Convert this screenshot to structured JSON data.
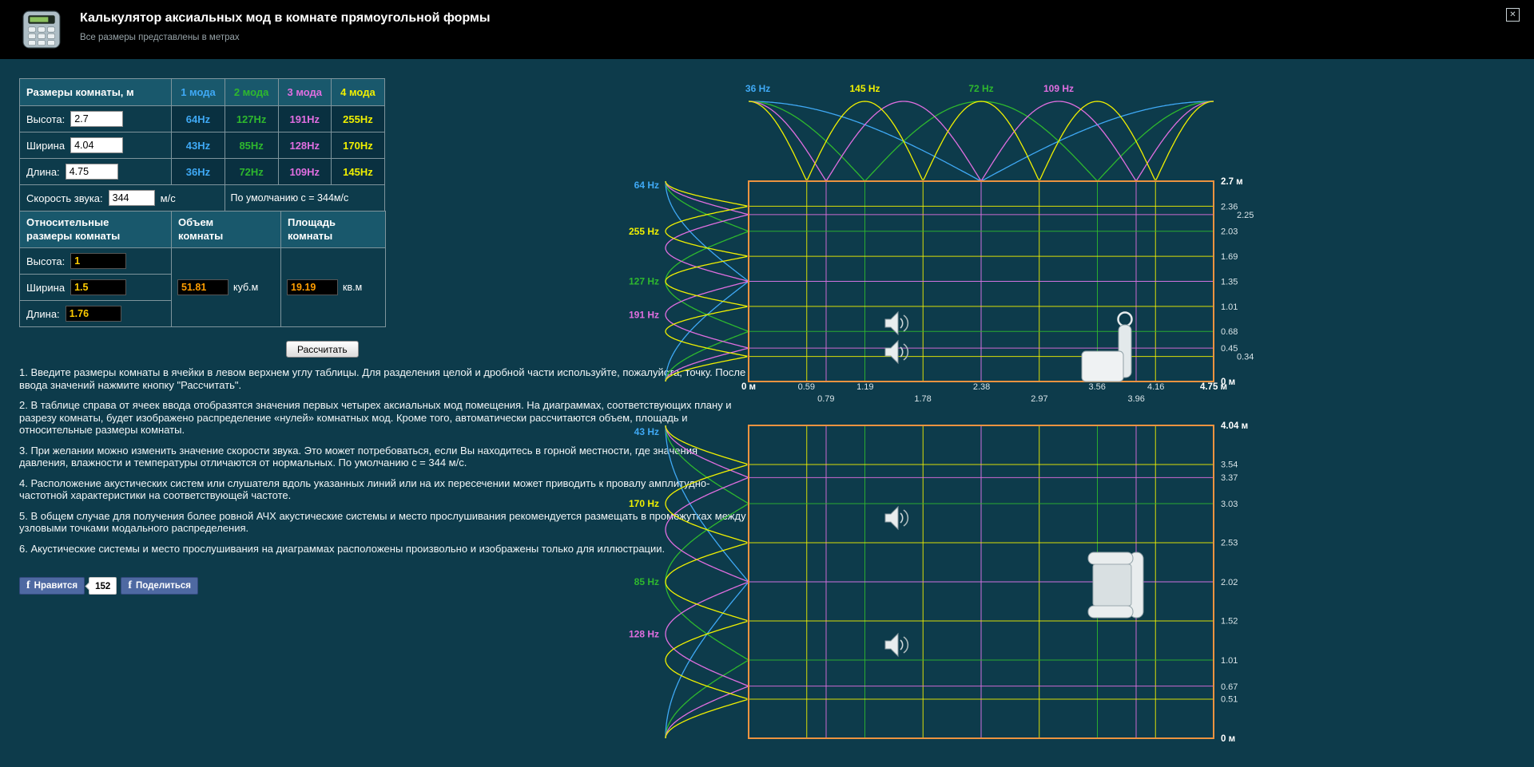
{
  "header": {
    "title": "Калькулятор аксиальных мод в комнате прямоугольной формы",
    "subtitle": "Все размеры представлены в метрах",
    "close_label": "✕"
  },
  "mode_colors": [
    "#3fa9f5",
    "#2eb82e",
    "#e06ee0",
    "#f0f000"
  ],
  "accent_colors": {
    "room_border": "#ec9340",
    "background": "#0d3b4b"
  },
  "table": {
    "header": {
      "dims": "Размеры комнаты, м",
      "modes": [
        "1 мода",
        "2 мода",
        "3 мода",
        "4 мода"
      ]
    },
    "rows": [
      {
        "label": "Высота:",
        "value": "2.7",
        "freqs": [
          "64Hz",
          "127Hz",
          "191Hz",
          "255Hz"
        ]
      },
      {
        "label": "Ширина",
        "value": "4.04",
        "freqs": [
          "43Hz",
          "85Hz",
          "128Hz",
          "170Hz"
        ]
      },
      {
        "label": "Длина:",
        "value": "4.75",
        "freqs": [
          "36Hz",
          "72Hz",
          "109Hz",
          "145Hz"
        ]
      }
    ],
    "speed": {
      "label": "Скорость звука:",
      "value": "344",
      "unit": "м/с",
      "note": "По  умолчанию с = 344м/с"
    }
  },
  "table2": {
    "headers": [
      "Относительные размеры комнаты",
      "Объем комнаты",
      "Площадь комнаты"
    ],
    "relative": [
      {
        "label": "Высота:",
        "value": "1"
      },
      {
        "label": "Ширина",
        "value": "1.5"
      },
      {
        "label": "Длина:",
        "value": "1.76"
      }
    ],
    "volume": {
      "value": "51.81",
      "unit": "куб.м"
    },
    "area": {
      "value": "19.19",
      "unit": "кв.м"
    }
  },
  "calc_button": "Рассчитать",
  "instructions": [
    "1. Введите размеры комнаты в ячейки в левом верхнем углу таблицы. Для разделения целой и дробной части используйте, пожалуйста, точку. После ввода значений нажмите кнопку \"Рассчитать\".",
    "2. В таблице справа от ячеек ввода отобразятся значения первых четырех аксиальных мод помещения. На диаграммах, соответствующих плану и разрезу комнаты, будет изображено распределение «нулей» комнатных мод. Кроме того, автоматически рассчитаются объем, площадь и относительные размеры комнаты.",
    "3. При желании можно изменить значение скорости звука. Это может потребоваться, если Вы находитесь в горной местности, где значения давления, влажности и температуры отличаются от нормальных. По умолчанию с = 344 м/с.",
    "4. Расположение акустических систем или слушателя вдоль указанных линий или на их пересечении может приводить к провалу амплитудно-частотной характеристики на соответствующей частоте.",
    "5. В общем случае для получения более ровной АЧХ акустические системы и место прослушивания рекомендуется размещать в промежутках между узловыми точками модального распределения.",
    "6. Акустические системы и место прослушивания на диаграммах расположены произвольно и изображены только для иллюстрации."
  ],
  "social": {
    "like": "Нравится",
    "count": "152",
    "share": "Поделиться"
  },
  "chart_data": [
    {
      "type": "line",
      "id": "section",
      "room": {
        "width_m": 4.75,
        "height_m": 2.7
      },
      "x_modes": [
        {
          "n": 1,
          "label": "36 Hz",
          "ci": 0,
          "curve": true
        },
        {
          "n": 2,
          "label": "72 Hz",
          "ci": 1,
          "curve": true
        },
        {
          "n": 3,
          "label": "109 Hz",
          "ci": 2,
          "curve": true
        },
        {
          "n": 4,
          "label": "145 Hz",
          "ci": 3,
          "curve": true
        }
      ],
      "y_modes": [
        {
          "n": 1,
          "label": "64 Hz",
          "ci": 0,
          "curve": true
        },
        {
          "n": 2,
          "label": "127 Hz",
          "ci": 1,
          "curve": true
        },
        {
          "n": 3,
          "label": "191 Hz",
          "ci": 2,
          "curve": true
        },
        {
          "n": 4,
          "label": "255 Hz",
          "ci": 3,
          "curve": true
        }
      ],
      "x_tick_labels": [
        "0 м",
        "0.59",
        "0.79",
        "1.19",
        "1.78",
        "2.38",
        "2.97",
        "3.56",
        "3.96",
        "4.16",
        "4.75 м"
      ],
      "y_tick_labels": [
        "0 м",
        "0.34",
        "0.45",
        "0.68",
        "1.01",
        "1.35",
        "1.69",
        "2.03",
        "2.25",
        "2.36",
        "2.7 м"
      ]
    },
    {
      "type": "line",
      "id": "plan",
      "room": {
        "width_m": 4.75,
        "height_m": 4.04
      },
      "x_modes": [
        {
          "n": 1,
          "ci": 0
        },
        {
          "n": 2,
          "ci": 1
        },
        {
          "n": 3,
          "ci": 2
        },
        {
          "n": 4,
          "ci": 3
        }
      ],
      "y_modes": [
        {
          "n": 1,
          "label": "43 Hz",
          "ci": 0,
          "curve": true
        },
        {
          "n": 2,
          "label": "85 Hz",
          "ci": 1,
          "curve": true
        },
        {
          "n": 3,
          "label": "128 Hz",
          "ci": 2,
          "curve": true
        },
        {
          "n": 4,
          "label": "170 Hz",
          "ci": 3,
          "curve": true
        }
      ],
      "y_tick_labels": [
        "0 м",
        "0.51",
        "0.67",
        "1.01",
        "1.52",
        "2.02",
        "2.53",
        "3.03",
        "3.37",
        "3.54",
        "4.04 м"
      ]
    }
  ]
}
